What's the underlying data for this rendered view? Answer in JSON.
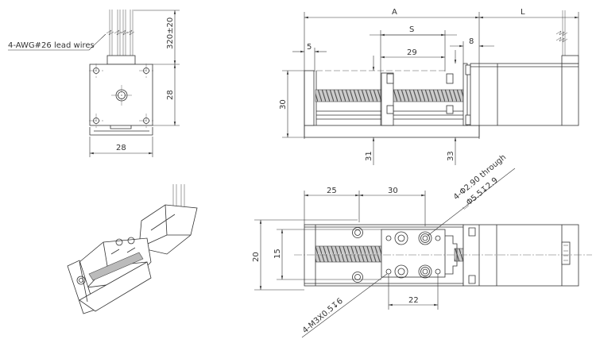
{
  "front_view": {
    "lead_wires_label": "4-AWG#26 lead wires",
    "wire_length_dim": "320±20",
    "height_dim": "28",
    "width_dim": "28"
  },
  "side_view": {
    "dim_A": "A",
    "dim_L": "L",
    "dim_S": "S",
    "dim_29": "29",
    "dim_5": "5",
    "dim_8": "8",
    "dim_30": "30",
    "dim_31": "31",
    "dim_33": "33"
  },
  "top_view": {
    "dim_25": "25",
    "dim_30": "30",
    "dim_20": "20",
    "dim_15": "15",
    "dim_22": "22",
    "hole_note_line1": "4-Φ2.90 through",
    "hole_note_line2": "⌴Φ5.5↧2.9",
    "thread_note": "4-M3X0.5↧6"
  },
  "colors": {
    "line": "#333333",
    "screw": "#bbbbbb"
  }
}
